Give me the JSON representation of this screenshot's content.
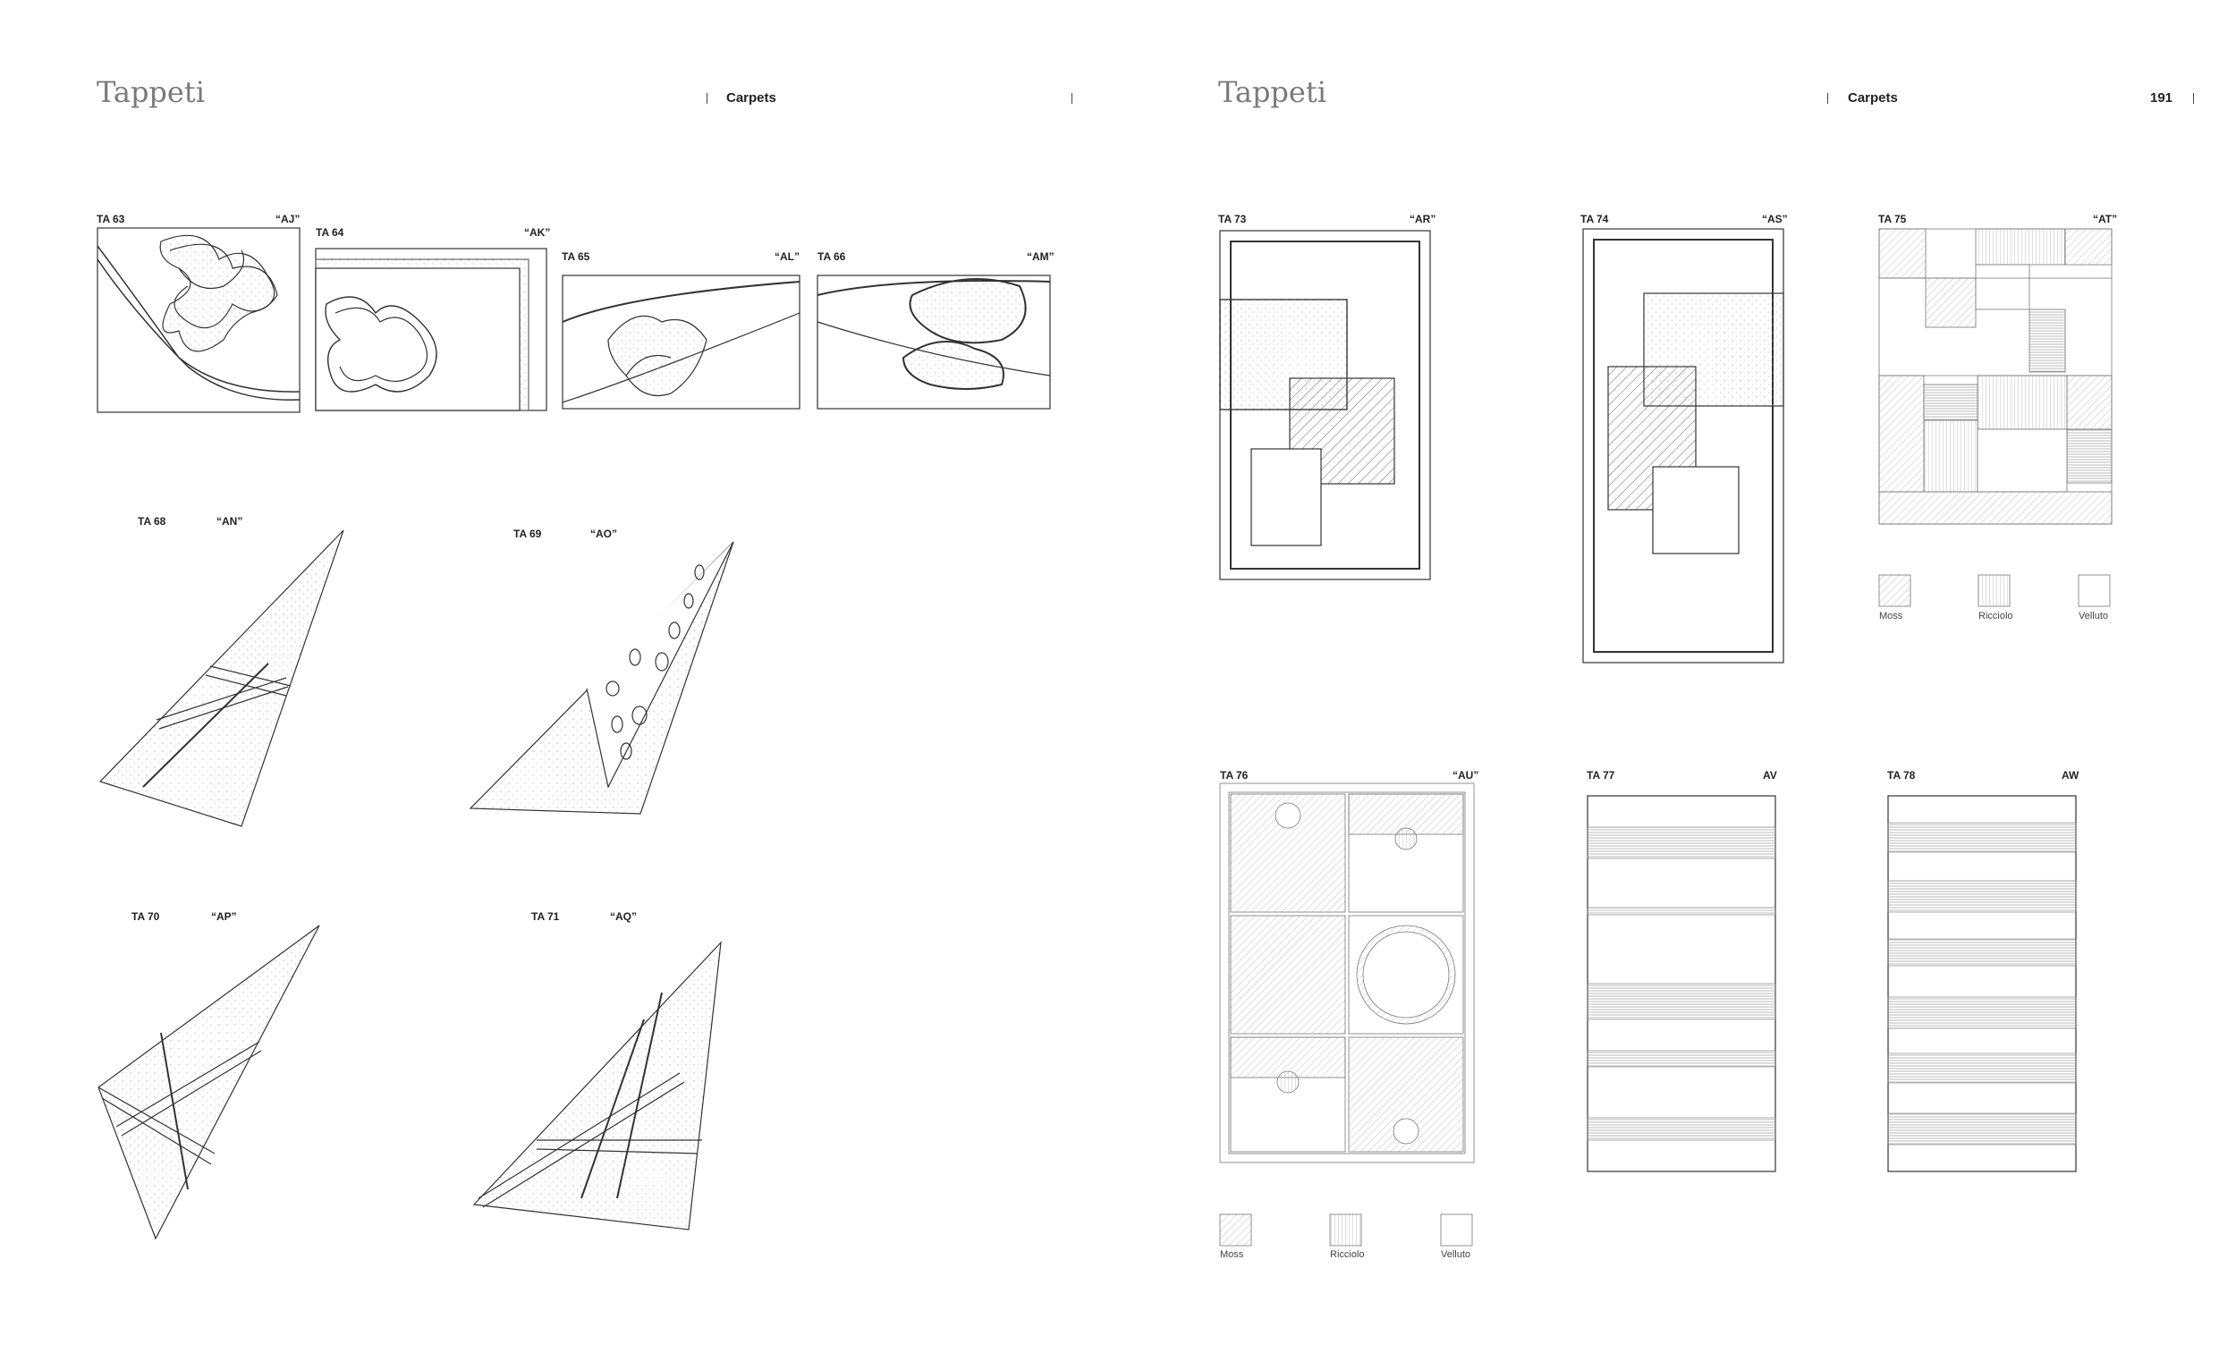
{
  "left_page": {
    "title": "Tappeti",
    "running_head": "Carpets"
  },
  "right_page": {
    "title": "Tappeti",
    "running_head": "Carpets",
    "page_number": "191"
  },
  "items": [
    {
      "code": "TA 63",
      "name": "“AJ”"
    },
    {
      "code": "TA 64",
      "name": "“AK”"
    },
    {
      "code": "TA 65",
      "name": "“AL”"
    },
    {
      "code": "TA 66",
      "name": "“AM”"
    },
    {
      "code": "TA 68",
      "name": "“AN”"
    },
    {
      "code": "TA 69",
      "name": "“AO”"
    },
    {
      "code": "TA 70",
      "name": "“AP”"
    },
    {
      "code": "TA 71",
      "name": "“AQ”"
    },
    {
      "code": "TA 73",
      "name": "“AR”"
    },
    {
      "code": "TA 74",
      "name": "“AS”"
    },
    {
      "code": "TA 75",
      "name": "“AT”"
    },
    {
      "code": "TA 76",
      "name": "“AU”"
    },
    {
      "code": "TA 77",
      "name": "AV"
    },
    {
      "code": "TA 78",
      "name": "AW"
    }
  ],
  "legend_top": [
    "Moss",
    "Ricciolo",
    "Velluto"
  ],
  "legend_bottom": [
    "Moss",
    "Ricciolo",
    "Velluto"
  ]
}
